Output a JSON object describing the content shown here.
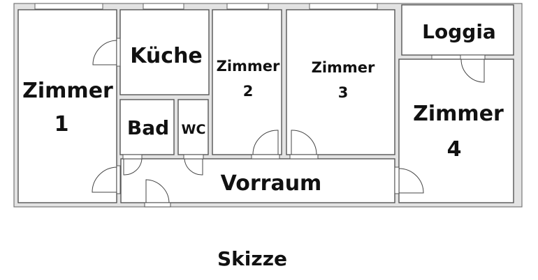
{
  "rooms": {
    "zimmer1": {
      "line1": "Zimmer",
      "line2": "1"
    },
    "kueche": "Küche",
    "bad": "Bad",
    "wc": "WC",
    "zimmer2": {
      "line1": "Zimmer",
      "line2": "2"
    },
    "zimmer3": {
      "line1": "Zimmer",
      "line2": "3"
    },
    "loggia": "Loggia",
    "zimmer4": {
      "line1": "Zimmer",
      "line2": "4"
    },
    "vorraum": "Vorraum"
  },
  "caption": "Skizze"
}
